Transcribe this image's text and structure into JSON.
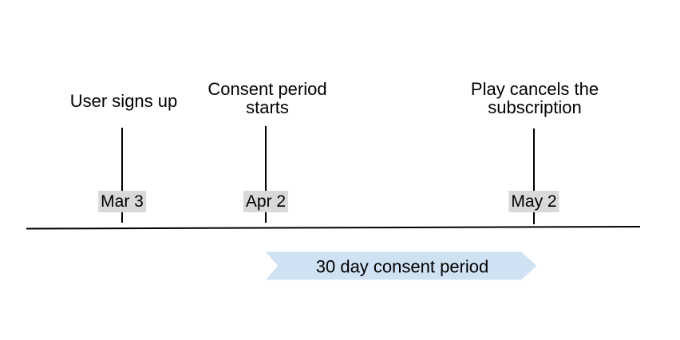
{
  "timeline": {
    "events": [
      {
        "label": "User signs up",
        "date": "Mar 3"
      },
      {
        "label": "Consent period\nstarts",
        "date": "Apr 2"
      },
      {
        "label": "Play cancels the\nsubscription",
        "date": "May 2"
      }
    ],
    "period": {
      "label": "30 day consent period",
      "start_date": "Apr 2",
      "end_date": "May 2"
    },
    "colors": {
      "period_fill": "#cfe2f3",
      "outline": "#000000",
      "badge_bg": "#d9d9d9",
      "text": "#000000",
      "background": "#ffffff"
    }
  }
}
